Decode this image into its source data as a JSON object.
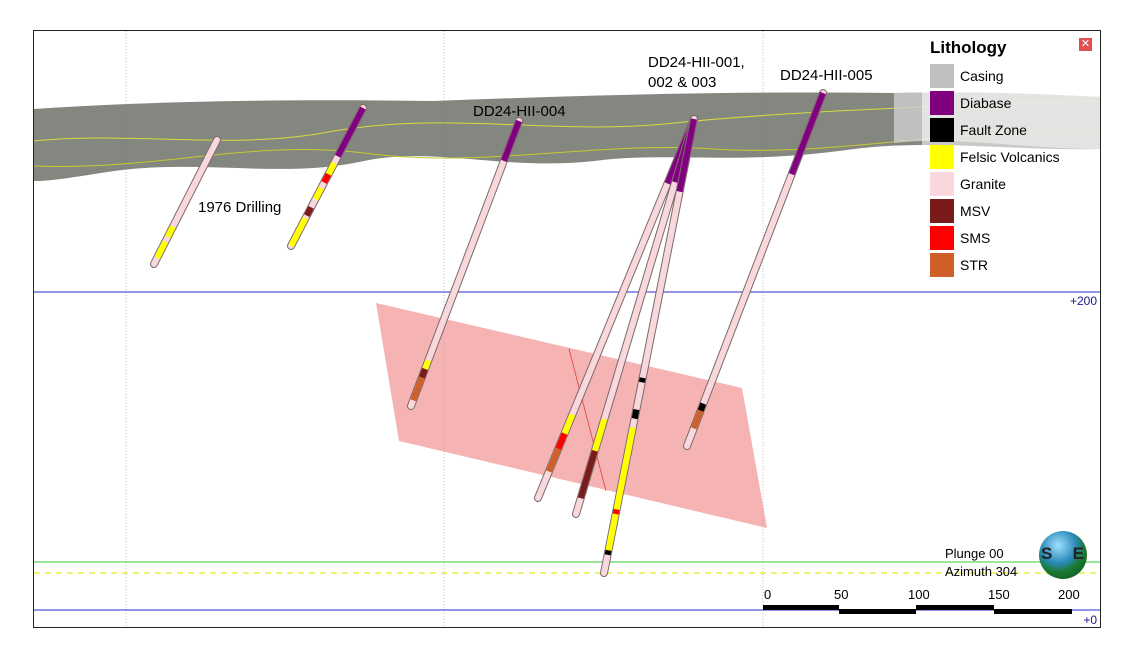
{
  "legend": {
    "title": "Lithology",
    "close_label": "✕",
    "items": [
      {
        "label": "Casing",
        "color": "#c0c0c0"
      },
      {
        "label": "Diabase",
        "color": "#800080"
      },
      {
        "label": "Fault Zone",
        "color": "#000000"
      },
      {
        "label": "Felsic Volcanics",
        "color": "#ffff00"
      },
      {
        "label": "Granite",
        "color": "#f8d8dc"
      },
      {
        "label": "MSV",
        "color": "#7a1a1a"
      },
      {
        "label": "SMS",
        "color": "#ff0000"
      },
      {
        "label": "STR",
        "color": "#d0602a"
      }
    ]
  },
  "labels": {
    "drilling_1976": "1976 Drilling",
    "hole_004": "DD24-HII-004",
    "hole_001_line1": "DD24-HII-001,",
    "hole_001_line2": "002 & 003",
    "hole_005": "DD24-HII-005"
  },
  "elevations": {
    "upper": "+200",
    "lower": "+0"
  },
  "view": {
    "plunge": "Plunge 00",
    "azimuth": "Azimuth 304",
    "compass_left": "S",
    "compass_right": "E"
  },
  "scale_bar": {
    "ticks": [
      "0",
      "50",
      "100",
      "150",
      "200"
    ]
  }
}
